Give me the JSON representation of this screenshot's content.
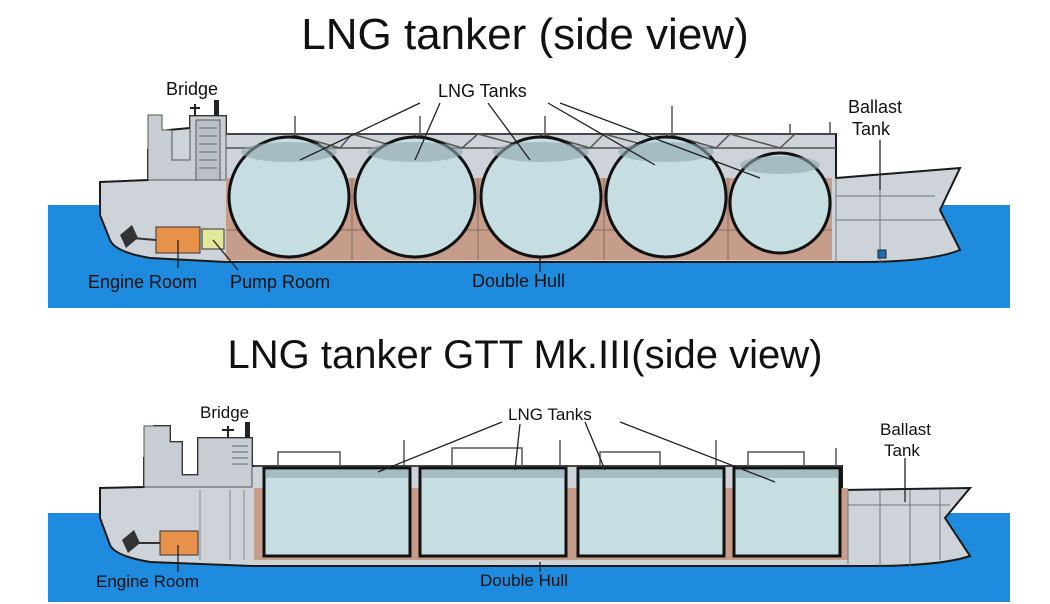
{
  "titles": {
    "top": "LNG tanker (side view)",
    "bottom": "LNG tanker GTT Mk.III(side view)"
  },
  "top_labels": {
    "bridge": "Bridge",
    "lng_tanks": "LNG Tanks",
    "ballast_line1": "Ballast",
    "ballast_line2": "Tank",
    "engine_room": "Engine Room",
    "pump_room": "Pump Room",
    "double_hull": "Double Hull"
  },
  "bottom_labels": {
    "bridge": "Bridge",
    "lng_tanks": "LNG Tanks",
    "ballast_line1": "Ballast",
    "ballast_line2": "Tank",
    "engine_room": "Engine Room",
    "double_hull": "Double Hull"
  },
  "colors": {
    "sea": "#1f8bdf",
    "hull": "#cdd3d9",
    "tank_fill": "#c6dde2",
    "insulation": "#c69c8b",
    "engine_room": "#e8914a",
    "pump_room": "#e2e89a"
  }
}
